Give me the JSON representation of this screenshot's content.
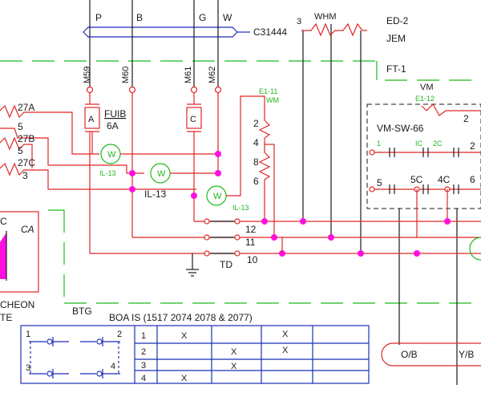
{
  "header": {
    "bus": [
      "P",
      "B",
      "G",
      "W"
    ],
    "cable": "C31444",
    "whm_num": "3",
    "whm": "WHM",
    "ed": "ED-2",
    "jem": "JEM",
    "ft": "FT-1"
  },
  "cts": {
    "labels": [
      "M59",
      "M60",
      "M61",
      "M62"
    ],
    "fuse_label": "FUIB",
    "fuse_rating": "6A",
    "fuse_a": "A",
    "fuse_c": "C"
  },
  "left": {
    "wires": [
      "27A",
      "5",
      "27B",
      "5",
      "27C",
      "3"
    ],
    "cheon": "CHEON",
    "te": "TE",
    "c_frag": "C",
    "ca": "CA"
  },
  "meters": {
    "w": "W",
    "il13": [
      "IL-13",
      "IL-13",
      "IL-13"
    ]
  },
  "e1_11": {
    "tag": "E1-11",
    "sub": "WM",
    "taps": [
      "2",
      "4",
      "8",
      "6"
    ]
  },
  "vm": {
    "vm": "VM",
    "tag": "E1-12",
    "num2": "2",
    "switch": "VM-SW-66",
    "contacts_top": [
      "1",
      "IC",
      "2C",
      "2"
    ],
    "contacts_bottom": [
      "5",
      "5C",
      "4C",
      "6"
    ]
  },
  "td": {
    "label": "TD",
    "terms": [
      "12",
      "11",
      "10"
    ]
  },
  "btg": "BTG",
  "table": {
    "title": "BOA IS (1517 2074 2078 & 2077)",
    "rows": [
      "1",
      "2",
      "3",
      "4"
    ],
    "sym_nums": [
      "1",
      "2",
      "3",
      "4"
    ],
    "marks": [
      [
        "X",
        "",
        "X"
      ],
      [
        "",
        "X",
        "X"
      ],
      [
        "",
        "X",
        ""
      ],
      [
        "X",
        "",
        ""
      ]
    ]
  },
  "legend": {
    "ob": "O/B",
    "yb": "Y/B"
  }
}
